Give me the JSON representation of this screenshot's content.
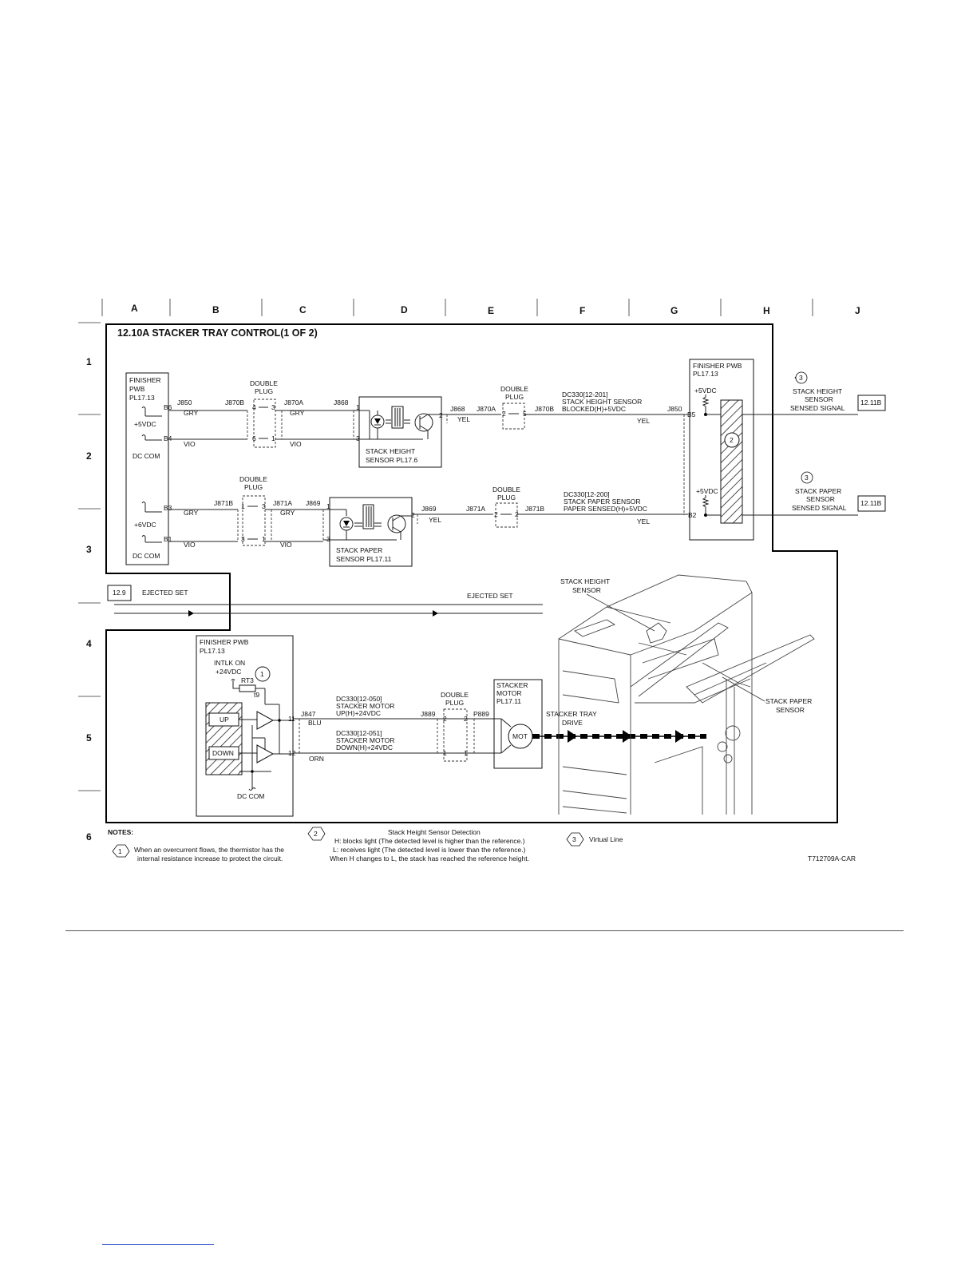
{
  "columns": [
    "A",
    "B",
    "C",
    "D",
    "E",
    "F",
    "G",
    "H",
    "J"
  ],
  "rows": [
    "1",
    "2",
    "3",
    "4",
    "5",
    "6"
  ],
  "title": "12.10A STACKER TRAY CONTROL(1 OF 2)",
  "left_pwb": {
    "l1": "FINISHER",
    "l2": "PWB",
    "l3": "PL17.13",
    "v5": "+5VDC",
    "dccom1": "DC COM",
    "v6": "+6VDC",
    "dccom2": "DC COM"
  },
  "pins": {
    "b6": "B6",
    "b4": "B4",
    "b3": "B3",
    "b1": "B1",
    "b5": "B5",
    "b2": "B2"
  },
  "conn": {
    "j850": "J850",
    "j870b": "J870B",
    "j870a": "J870A",
    "j868": "J868",
    "j871b": "J871B",
    "j871a": "J871A",
    "j869": "J869",
    "j847": "J847",
    "j889": "J889",
    "p889": "P889"
  },
  "wirecolors": {
    "gry": "GRY",
    "vio": "VIO",
    "yel": "YEL",
    "blu": "BLU",
    "orn": "ORN"
  },
  "double_plug": {
    "l1": "DOUBLE",
    "l2": "PLUG"
  },
  "pinnums": {
    "p1": "1",
    "p2": "2",
    "p3": "3",
    "p4": "4",
    "p5": "5",
    "p6": "6",
    "p11": "11",
    "p12": "12"
  },
  "sensors": {
    "height_l1": "STACK HEIGHT",
    "height_l2": "SENSOR PL17.6",
    "paper_l1": "STACK PAPER",
    "paper_l2": "SENSOR PL17.11"
  },
  "signals": {
    "sh_l1": "DC330[12-201]",
    "sh_l2": "STACK HEIGHT SENSOR",
    "sh_l3": "BLOCKED(H)+5VDC",
    "sp_l1": "DC330[12-200]",
    "sp_l2": "STACK PAPER SENSOR",
    "sp_l3": "PAPER SENSED(H)+5VDC",
    "up_l1": "DC330[12-050]",
    "up_l2": "STACKER MOTOR",
    "up_l3": "UP(H)+24VDC",
    "dn_l1": "DC330[12-051]",
    "dn_l2": "STACKER MOTOR",
    "dn_l3": "DOWN(H)+24VDC"
  },
  "right_pwb": {
    "l1": "FINISHER PWB",
    "l2": "PL17.13",
    "v5a": "+5VDC",
    "v5b": "+5VDC"
  },
  "out": {
    "sh_l1": "STACK HEIGHT",
    "sh_l2": "SENSOR",
    "sh_l3": "SENSED SIGNAL",
    "sh_ref": "12.11B",
    "sp_l1": "STACK PAPER",
    "sp_l2": "SENSOR",
    "sp_l3": "SENSED SIGNAL",
    "sp_ref": "12.11B"
  },
  "ejected": {
    "ref": "12.9",
    "label1": "EJECTED SET",
    "label2": "EJECTED SET"
  },
  "lower_pwb": {
    "l1": "FINISHER PWB",
    "l2": "PL17.13",
    "intlk": "INTLK ON",
    "v24": "+24VDC",
    "rt3": "RT3",
    "t9": "t9",
    "up": "UP",
    "down": "DOWN",
    "dccom": "DC COM"
  },
  "motor": {
    "l1": "STACKER",
    "l2": "MOTOR",
    "l3": "PL17.11",
    "mot": "MOT",
    "drive1": "STACKER TRAY",
    "drive2": "DRIVE"
  },
  "illustration": {
    "height_l1": "STACK HEIGHT",
    "height_l2": "SENSOR",
    "paper_l1": "STACK PAPER",
    "paper_l2": "SENSOR"
  },
  "badges": {
    "one": "1",
    "two": "2",
    "three": "3"
  },
  "notes": {
    "heading": "NOTES:",
    "n1_l1": "When an overcurrent flows, the thermistor has the",
    "n1_l2": "internal resistance increase to protect the circuit.",
    "n2_title": "Stack Height Sensor Detection",
    "n2_l1": "H: blocks light (The detected level is higher than the reference.)",
    "n2_l2": "L: receives light (The detected level is lower than the reference.)",
    "n2_l3": "When H changes to L, the stack has reached the reference height.",
    "n3": "Virtual Line"
  },
  "figure_id": "T712709A-CAR"
}
